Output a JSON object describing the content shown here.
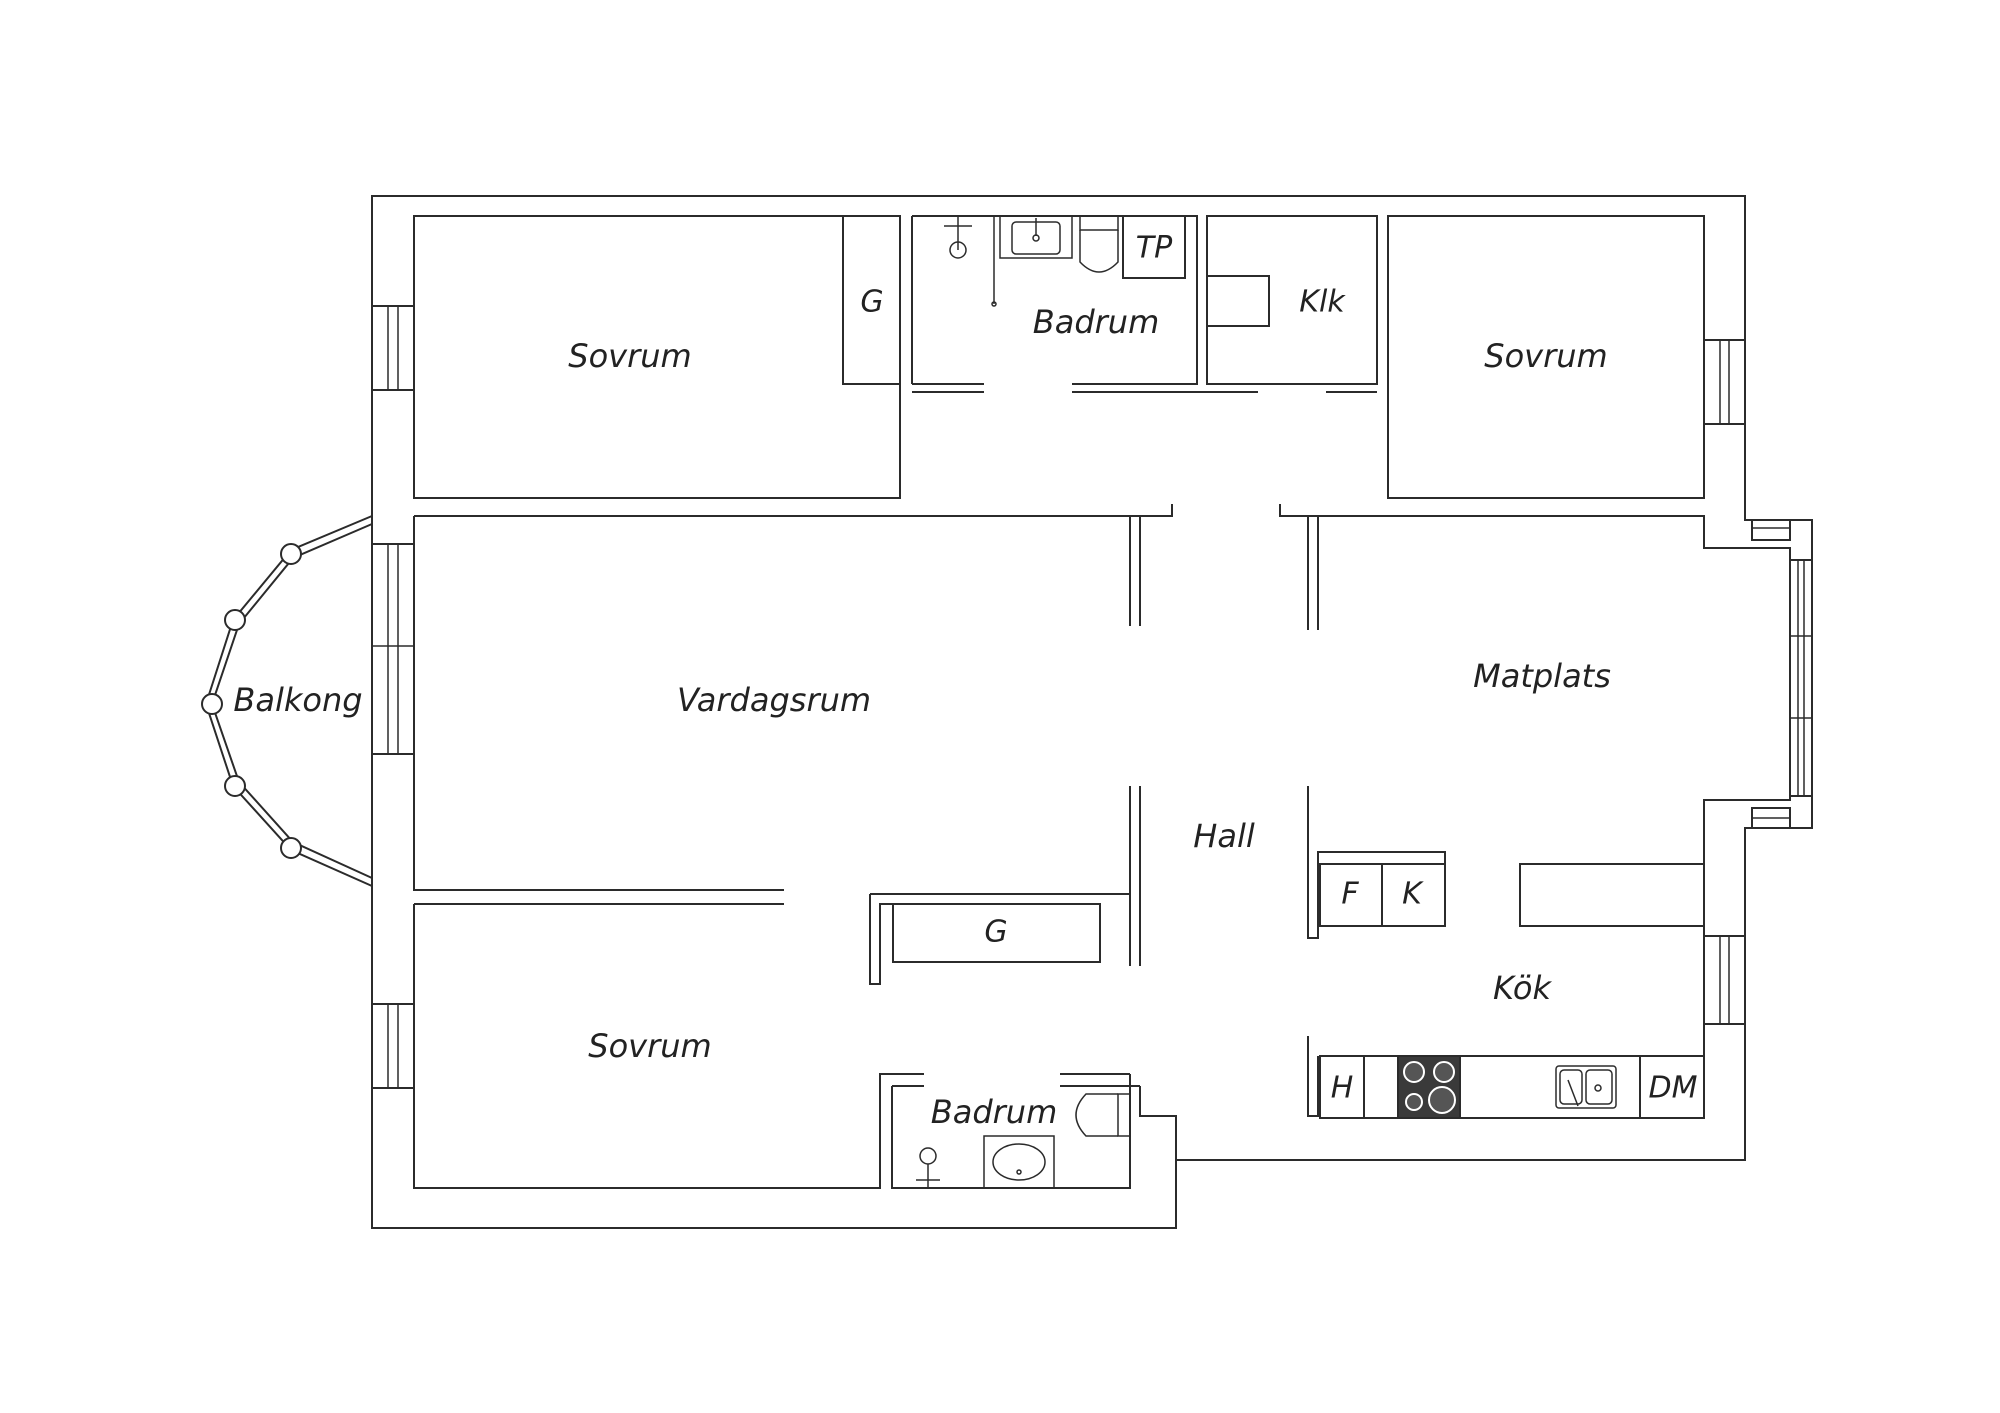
{
  "rooms": {
    "sovrum_top_left": "Sovrum",
    "g_top": "G",
    "badrum_top": "Badrum",
    "tp": "TP",
    "klk": "Klk",
    "sovrum_top_right": "Sovrum",
    "balkong": "Balkong",
    "vardagsrum": "Vardagsrum",
    "matplats": "Matplats",
    "hall": "Hall",
    "f": "F",
    "k": "K",
    "g_bottom": "G",
    "kok": "Kök",
    "sovrum_bottom": "Sovrum",
    "badrum_bottom": "Badrum",
    "h": "H",
    "dm": "DM"
  },
  "colors": {
    "wall_stroke": "#2b2b2b",
    "background": "#ffffff",
    "stove": "#3a3a3a"
  }
}
